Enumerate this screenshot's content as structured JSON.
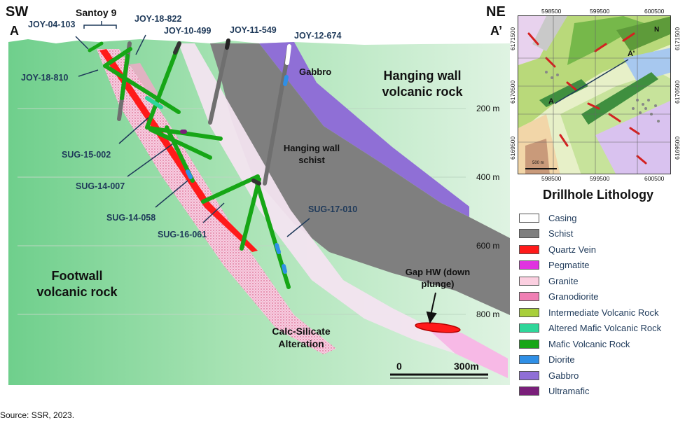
{
  "section": {
    "corner_sw": "SW",
    "corner_a": "A",
    "corner_ne": "NE",
    "corner_a_prime": "A’",
    "group_label": "Santoy 9",
    "holes": [
      {
        "id": "joy-04-103",
        "label": "JOY-04-103"
      },
      {
        "id": "joy-18-822",
        "label": "JOY-18-822"
      },
      {
        "id": "joy-10-499",
        "label": "JOY-10-499"
      },
      {
        "id": "joy-11-549",
        "label": "JOY-11-549"
      },
      {
        "id": "joy-12-674",
        "label": "JOY-12-674"
      },
      {
        "id": "joy-18-810",
        "label": "JOY-18-810"
      },
      {
        "id": "sug-15-002",
        "label": "SUG-15-002"
      },
      {
        "id": "sug-14-007",
        "label": "SUG-14-007"
      },
      {
        "id": "sug-14-058",
        "label": "SUG-14-058"
      },
      {
        "id": "sug-16-061",
        "label": "SUG-16-061"
      },
      {
        "id": "sug-17-010",
        "label": "SUG-17-010"
      }
    ],
    "units": {
      "gabbro": "Gabbro",
      "hanging_wall_volcanic": "Hanging wall volcanic rock",
      "hanging_wall_schist": "Hanging wall schist",
      "footwall_volcanic": "Footwall volcanic rock",
      "calc_silicate": "Calc-Silicate Alteration",
      "gap_hw": "Gap HW (down plunge)"
    },
    "depths": [
      "200 m",
      "400 m",
      "600 m",
      "800 m"
    ],
    "scale": {
      "start": "0",
      "end": "300m"
    }
  },
  "inset_map": {
    "top_ticks": [
      "598500",
      "599500",
      "600500"
    ],
    "bottom_ticks": [
      "598500",
      "599500",
      "600500"
    ],
    "left_ticks": [
      "6171500",
      "6170500",
      "6169500"
    ],
    "right_ticks": [
      "6171500",
      "6170500",
      "6169500"
    ],
    "label_a": "A",
    "label_a_prime": "A’",
    "north": "N",
    "scale_label": "500 m"
  },
  "legend": {
    "title": "Drillhole Lithology",
    "items": [
      {
        "label": "Casing",
        "color": "#ffffff"
      },
      {
        "label": "Schist",
        "color": "#7f7f7f"
      },
      {
        "label": "Quartz Vein",
        "color": "#ff1a1a"
      },
      {
        "label": "Pegmatite",
        "color": "#e033e0"
      },
      {
        "label": "Granite",
        "color": "#fbcfe0"
      },
      {
        "label": "Granodiorite",
        "color": "#f07fb4"
      },
      {
        "label": "Intermediate Volcanic Rock",
        "color": "#a8cf3a"
      },
      {
        "label": "Altered Mafic Volcanic Rock",
        "color": "#2fd69a"
      },
      {
        "label": "Mafic Volcanic Rock",
        "color": "#16a616"
      },
      {
        "label": "Diorite",
        "color": "#2f8fe6"
      },
      {
        "label": "Gabbro",
        "color": "#8f6fd6"
      },
      {
        "label": "Ultramafic",
        "color": "#7a1f7a"
      }
    ]
  },
  "source": "Source: SSR, 2023."
}
